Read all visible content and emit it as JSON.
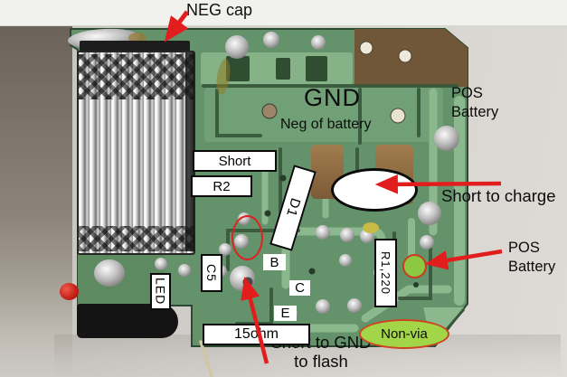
{
  "banner": {
    "neg_cap": "NEG cap"
  },
  "board_text": {
    "gnd": "GND",
    "neg_of_battery": "Neg of battery",
    "pos_battery_top": "POS\nBattery"
  },
  "callouts": {
    "short_to_charge": "Short to charge",
    "pos_battery_right": "POS\nBattery",
    "short_to_gnd_to_flash": "Short to GND\nto flash",
    "non_via": "Non-via"
  },
  "component_labels": {
    "short": "Short",
    "r2": "R2",
    "d1": "D1",
    "c5": "C5",
    "led": "LED",
    "b": "B",
    "c": "C",
    "e": "E",
    "ohm15": "15ohm",
    "r1_220": "R1,220"
  },
  "colors": {
    "board_green": "#64926a",
    "trace_light_green": "#8cb88e",
    "copper_brown": "#8a6a42",
    "solder_silver": "#c9c9c9",
    "arrow_red": "#e11d1d",
    "annotation_red": "#dd2222",
    "non_via_green": "#a2d548",
    "background_gray": "#d5d2cd",
    "banner_white": "#f1f1ee"
  }
}
